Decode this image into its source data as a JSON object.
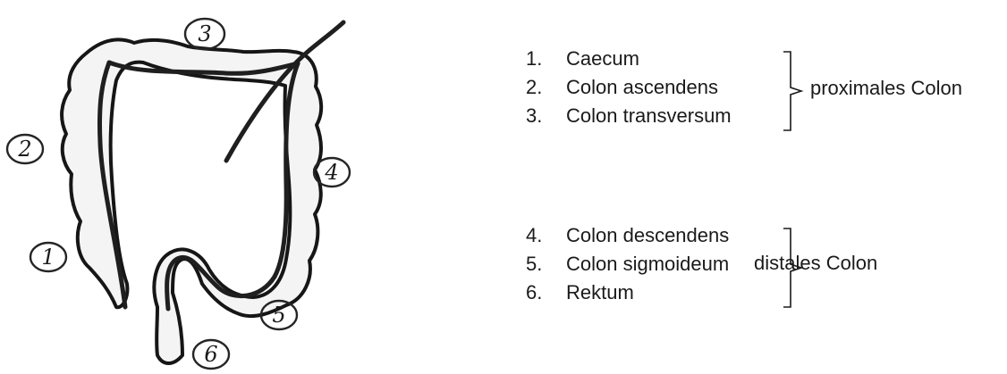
{
  "figure": {
    "markers": [
      "1",
      "2",
      "3",
      "4",
      "5",
      "6"
    ]
  },
  "groups": [
    {
      "label": "proximales Colon",
      "items": [
        {
          "number": "1.",
          "name": "Caecum"
        },
        {
          "number": "2.",
          "name": "Colon ascendens"
        },
        {
          "number": "3.",
          "name": "Colon transversum"
        }
      ]
    },
    {
      "label": "distales Colon",
      "items": [
        {
          "number": "4.",
          "name": "Colon descendens"
        },
        {
          "number": "5.",
          "name": "Colon sigmoideum"
        },
        {
          "number": "6.",
          "name": "Rektum"
        }
      ]
    }
  ]
}
